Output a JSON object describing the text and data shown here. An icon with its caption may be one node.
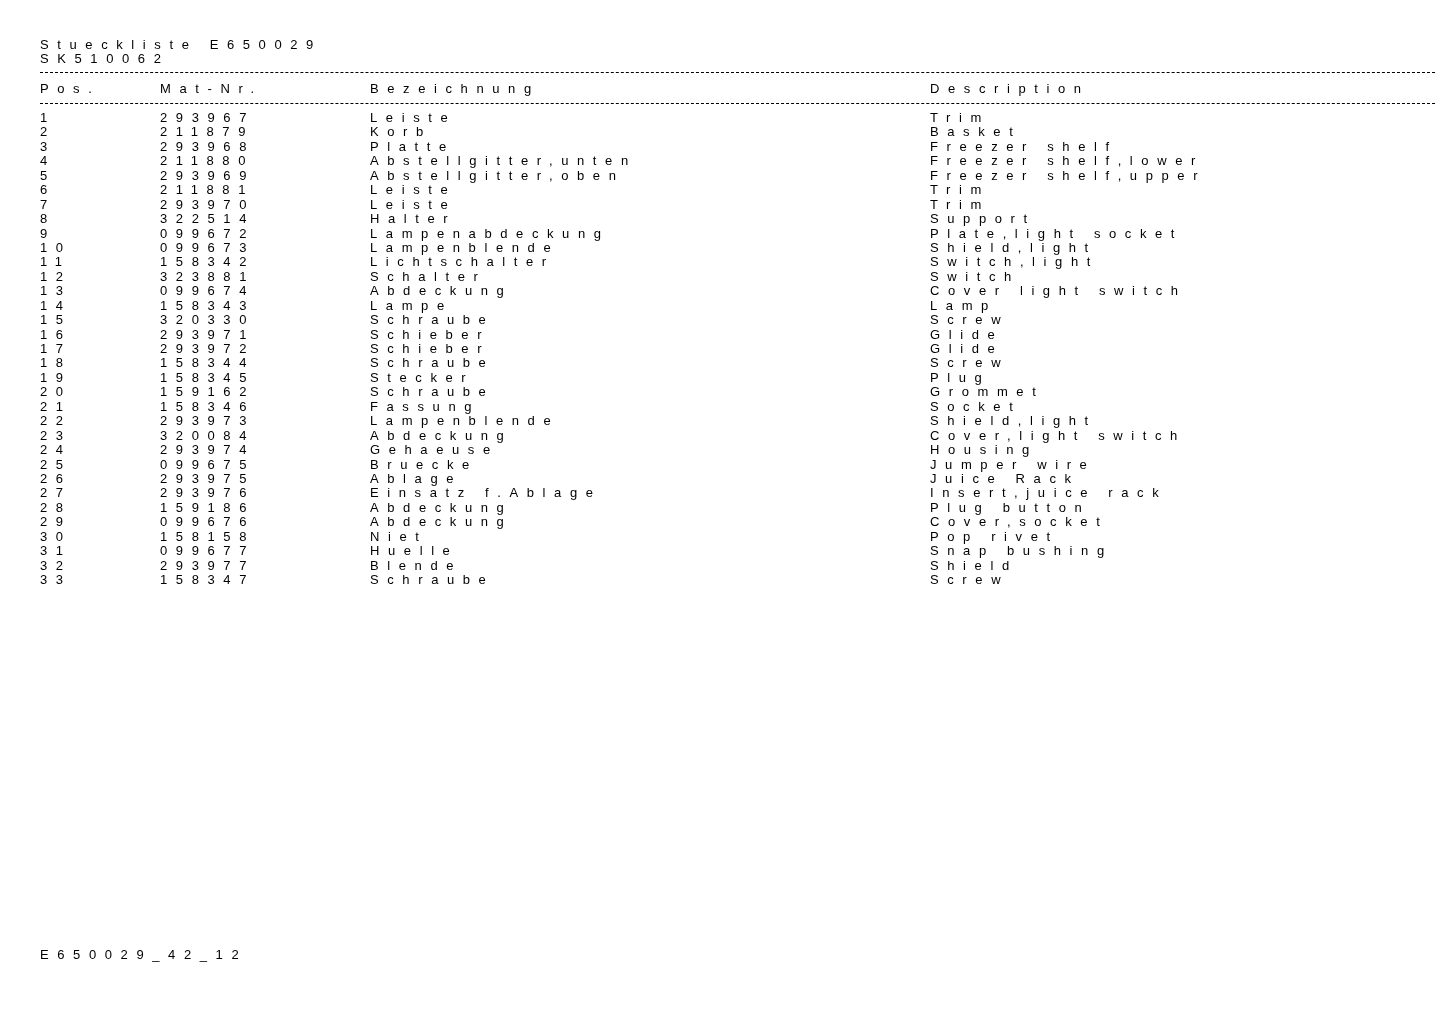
{
  "diagram": {
    "labels": [
      "Stueckliste E650029",
      "SK510062",
      "Pos.",
      "Mat-Nr.",
      "Bezeichnung",
      "Description",
      "1",
      "293967",
      "Leiste",
      "Trim",
      "2",
      "211879",
      "Korb",
      "Basket",
      "3",
      "293968",
      "Platte",
      "Freezer shelf",
      "4",
      "211880",
      "Abstellgitter,unten",
      "Freezer shelf,lower",
      "5",
      "293969",
      "Abstellgitter,oben",
      "Freezer shelf,upper",
      "6",
      "211881",
      "Leiste",
      "Trim",
      "7",
      "293970",
      "Leiste",
      "Trim",
      "8",
      "322514",
      "Halter",
      "Support",
      "9",
      "099672",
      "Lampenabdeckung",
      "Plate,light socket",
      "10",
      "099673",
      "Lampenblende",
      "Shield,light",
      "11",
      "158342",
      "Lichtschalter",
      "Switch,light",
      "12",
      "323881",
      "Schalter",
      "Switch",
      "13",
      "099674",
      "Abdeckung",
      "Cover light switch",
      "14",
      "158343",
      "Lampe",
      "Lamp",
      "15",
      "320330",
      "Schraube",
      "Screw",
      "16",
      "293971",
      "Schieber",
      "Glide",
      "17",
      "293972",
      "Schieber",
      "Glide",
      "18",
      "158344",
      "Schraube",
      "Screw",
      "19",
      "158345",
      "Stecker",
      "Plug",
      "20",
      "159162",
      "Schraube",
      "Grommet",
      "21",
      "158346",
      "Fassung",
      "Socket",
      "22",
      "293973",
      "Lampenblende",
      "Shield,light",
      "23",
      "320084",
      "Abdeckung",
      "Cover,light switch",
      "24",
      "293974",
      "Gehaeuse",
      "Housing",
      "25",
      "099675",
      "Bruecke",
      "Jumper wire",
      "26",
      "293975",
      "Ablage",
      "Juice Rack",
      "27",
      "293976",
      "Einsatz f.Ablage",
      "Insert,juice rack",
      "28",
      "159186",
      "Abdeckung",
      "Plug button",
      "29",
      "099676",
      "Abdeckung",
      "Cover,socket",
      "30",
      "158158",
      "Niet",
      "Pop rivet",
      "31",
      "099677",
      "Huelle",
      "Snap bushing",
      "32",
      "293977",
      "Blende",
      "Shield",
      "33",
      "158347",
      "Schraube",
      "Screw",
      "E650029_42_12"
    ]
  }
}
